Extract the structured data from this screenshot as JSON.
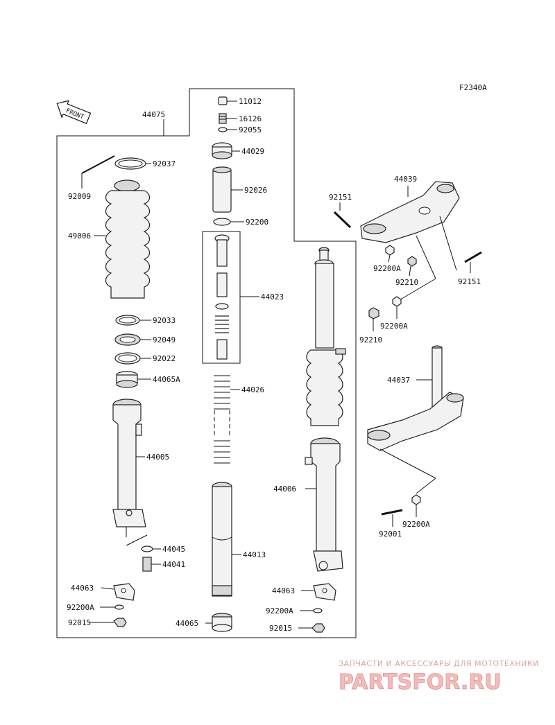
{
  "figure_code": "F2340A",
  "front_arrow_text": "FRONT",
  "labels": {
    "l44075": "44075",
    "l11012": "11012",
    "l16126": "16126",
    "l92055": "92055",
    "l44029": "44029",
    "l92026": "92026",
    "l92200_top": "92200",
    "l44023": "44023",
    "l44026": "44026",
    "l44013": "44013",
    "l44065": "44065",
    "l92037": "92037",
    "l92009": "92009",
    "l49006": "49006",
    "l92033": "92033",
    "l92049": "92049",
    "l92022": "92022",
    "l44065A": "44065A",
    "l44005": "44005",
    "l44045": "44045",
    "l44041": "44041",
    "l44063_left": "44063",
    "l92200A_left": "92200A",
    "l92015_left": "92015",
    "l44006": "44006",
    "l44063_right": "44063",
    "l92200A_right": "92200A",
    "l92015_right": "92015",
    "l92151_top": "92151",
    "l44039": "44039",
    "l92200A_a": "92200A",
    "l92210_a": "92210",
    "l92151_right": "92151",
    "l92200A_b": "92200A",
    "l92210_b": "92210",
    "l44037": "44037",
    "l92001": "92001",
    "l92200A_c": "92200A"
  },
  "watermark": {
    "tagline": "ЗАПЧАСТИ И АКСЕССУАРЫ ДЛЯ МОТОТЕХНИКИ",
    "logo": "PARTSFOR.RU"
  }
}
